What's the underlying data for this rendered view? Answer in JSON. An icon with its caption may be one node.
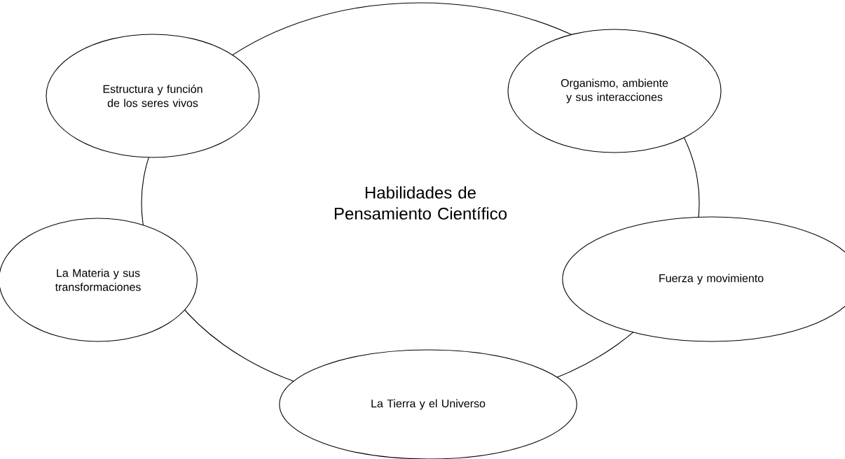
{
  "diagram": {
    "nodes": [
      {
        "text": [
          "Estructura y función de los seres vivos"
        ]
      },
      {
        "text": [
          "Organismo, ambiente y sus interacciones"
        ]
      },
      {
        "text": [
          "Habilidades de Pensamiento Científico"
        ]
      },
      {
        "text": [
          "La Materia y sus transformaciones"
        ]
      },
      {
        "text": [
          "Fuerza y movimiento"
        ]
      },
      {
        "text": [
          "La Tierra y el Universo"
        ]
      }
    ]
  }
}
